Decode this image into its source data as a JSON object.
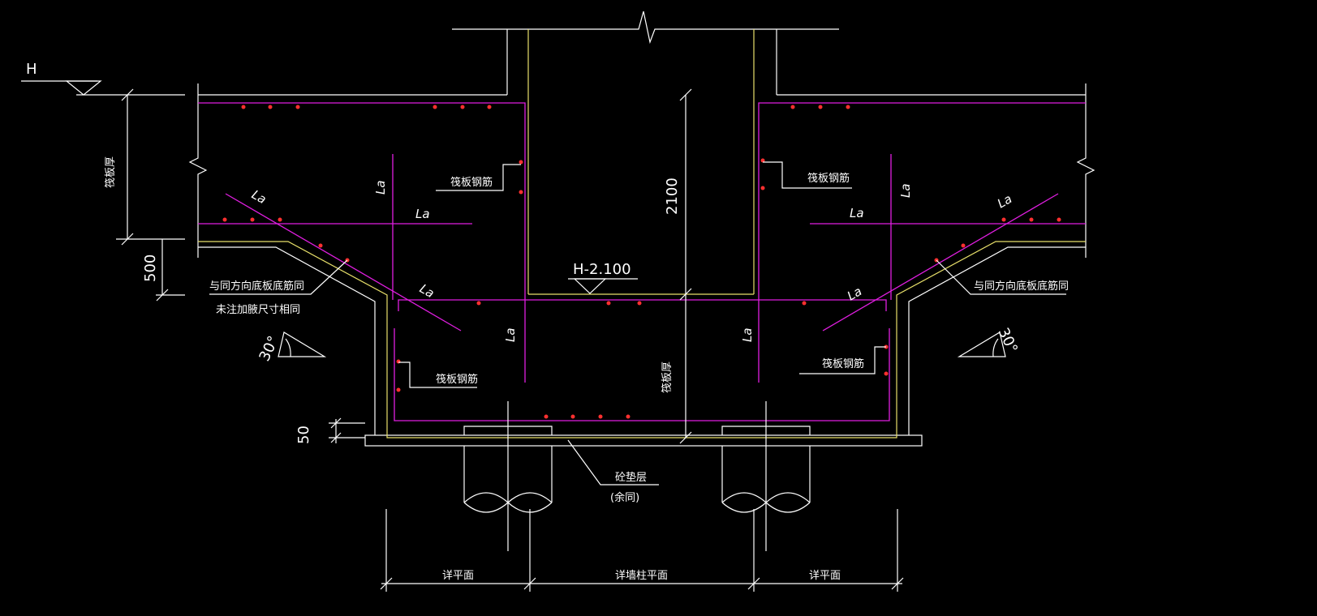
{
  "labels": {
    "water_level": "H",
    "raft_thickness": "筏板厚",
    "raft_thickness_2": "筏板厚",
    "dim_500": "500",
    "dim_2100": "2100",
    "dim_50": "50",
    "elevation": "H-2.100",
    "raft_rebar_1": "筏板钢筋",
    "raft_rebar_2": "筏板钢筋",
    "raft_rebar_3": "筏板钢筋",
    "raft_rebar_4": "筏板钢筋",
    "same_as_bottom_left": "与同方向底板底筋同",
    "same_as_bottom_right": "与同方向底板底筋同",
    "haunch_note": "未注加腋尺寸相同",
    "angle_left": "30°",
    "angle_right": "30°",
    "cushion_layer": "砼垫层",
    "cushion_note": "(余同)",
    "detail_plan_left": "详平面",
    "detail_wall_column": "详墙柱平面",
    "detail_plan_right": "详平面",
    "la": "La"
  },
  "colors": {
    "background": "#000000",
    "outline": "#ffffff",
    "concrete_edge": "#e8e06a",
    "rebar": "#e01ee0",
    "rebar_dot": "#ff3030"
  }
}
